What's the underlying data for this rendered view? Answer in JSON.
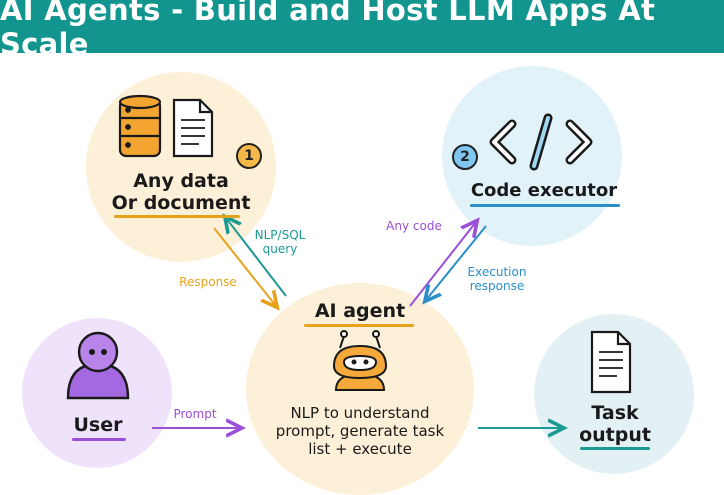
{
  "header": {
    "title": "AI Agents - Build and Host LLM Apps At Scale"
  },
  "nodes": {
    "data_source": {
      "label_line1": "Any data",
      "label_line2": "Or document",
      "badge": "1"
    },
    "code_executor": {
      "label": "Code executor",
      "badge": "2"
    },
    "user": {
      "label": "User"
    },
    "ai_agent": {
      "title": "AI agent",
      "desc_line1": "NLP to understand",
      "desc_line2": "prompt, generate task",
      "desc_line3": "list + execute"
    },
    "task_output": {
      "label_line1": "Task",
      "label_line2": "output"
    }
  },
  "edges": {
    "nlp_sql": {
      "line1": "NLP/SQL",
      "line2": "query"
    },
    "response": {
      "label": "Response"
    },
    "any_code": {
      "label": "Any code"
    },
    "execution": {
      "line1": "Execution",
      "line2": "response"
    },
    "prompt": {
      "label": "Prompt"
    }
  },
  "colors": {
    "banner": "#12958f",
    "data_bg": "#fdf0d8",
    "code_bg": "#e1f3f9",
    "user_bg": "#efe3fb",
    "agent_bg": "#fdf0d8",
    "output_bg": "#e3f1f4",
    "teal": "#1a9a92",
    "orange": "#e6a21a",
    "purple": "#9b4fd6",
    "blue": "#2a8fc9"
  }
}
